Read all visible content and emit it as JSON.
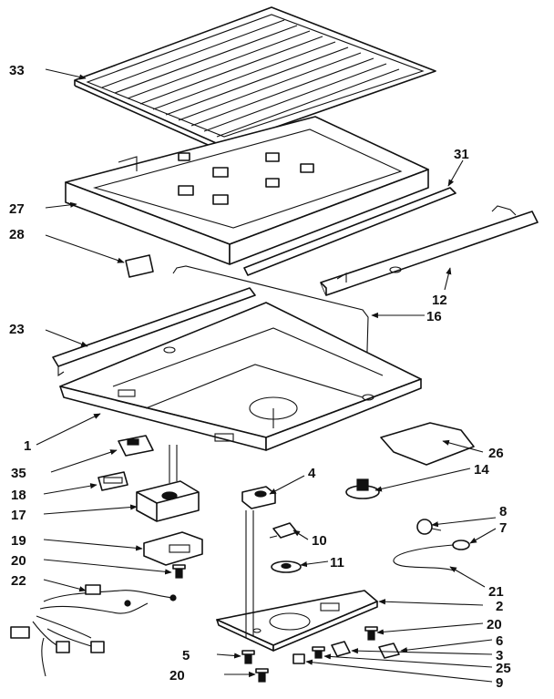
{
  "callouts": {
    "c1": "1",
    "c2": "2",
    "c3": "3",
    "c5": "5",
    "c6": "6",
    "c7": "7",
    "c8": "8",
    "c9": "9",
    "c10": "10",
    "c11": "11",
    "c12": "12",
    "c14": "14",
    "c16": "16",
    "c17": "17",
    "c18": "18",
    "c19": "19",
    "c20a": "20",
    "c20b": "20",
    "c20c": "20",
    "c21": "21",
    "c22": "22",
    "c23": "23",
    "c25": "25",
    "c26": "26",
    "c27": "27",
    "c28": "28",
    "c31": "31",
    "c33": "33",
    "c35": "35",
    "c4": "4"
  },
  "colors": {
    "ink": "#111111",
    "paper": "#ffffff"
  }
}
